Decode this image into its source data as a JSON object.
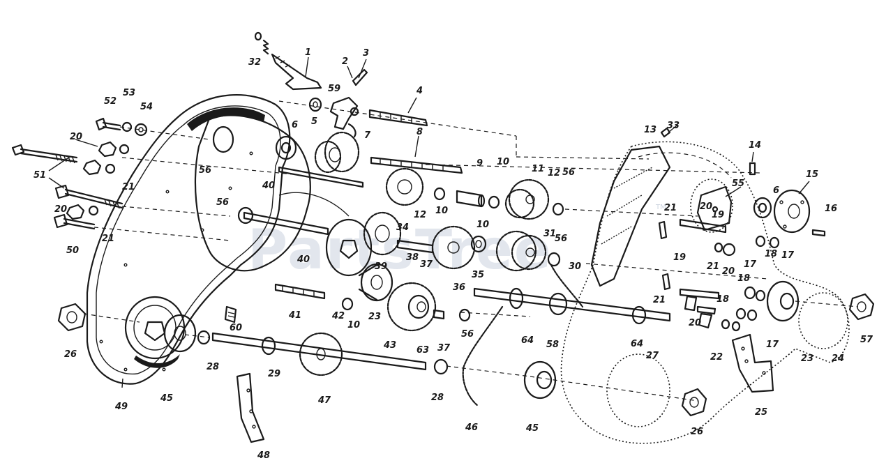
{
  "watermark": {
    "text": "PartsTree",
    "trademark": "TM"
  },
  "colors": {
    "ink": "#1a1a1a",
    "background": "#ffffff",
    "watermark": "#9aa8c0"
  },
  "labels": {
    "l1": "1",
    "l2": "2",
    "l3": "3",
    "l4": "4",
    "l5": "5",
    "l6a": "6",
    "l6b": "6",
    "l7": "7",
    "l8": "8",
    "l9": "9",
    "l10a": "10",
    "l10b": "10",
    "l10c": "10",
    "l10d": "10",
    "l11": "11",
    "l12a": "12",
    "l12b": "12",
    "l13": "13",
    "l14": "14",
    "l15": "15",
    "l16": "16",
    "l17a": "17",
    "l17b": "17",
    "l17c": "17",
    "l18a": "18",
    "l18b": "18",
    "l18c": "18",
    "l19a": "19",
    "l19b": "19",
    "l20a": "20",
    "l20b": "20",
    "l20c": "20",
    "l20d": "20",
    "l20e": "20",
    "l21a": "21",
    "l21b": "21",
    "l21c": "21",
    "l21d": "21",
    "l21e": "21",
    "l22": "22",
    "l23a": "23",
    "l23b": "23",
    "l24": "24",
    "l25": "25",
    "l26a": "26",
    "l26b": "26",
    "l27": "27",
    "l28a": "28",
    "l28b": "28",
    "l29": "29",
    "l30": "30",
    "l31": "31",
    "l32": "32",
    "l33": "33",
    "l34": "34",
    "l35": "35",
    "l36": "36",
    "l37a": "37",
    "l37b": "37",
    "l38": "38",
    "l39": "39",
    "l40a": "40",
    "l40b": "40",
    "l41": "41",
    "l42": "42",
    "l43": "43",
    "l45a": "45",
    "l45b": "45",
    "l46": "46",
    "l47": "47",
    "l48": "48",
    "l49": "49",
    "l50": "50",
    "l51": "51",
    "l52": "52",
    "l53": "53",
    "l54": "54",
    "l55": "55",
    "l56a": "56",
    "l56b": "56",
    "l56c": "56",
    "l56d": "56",
    "l56e": "56",
    "l57": "57",
    "l58": "58",
    "l59": "59",
    "l60": "60",
    "l63": "63",
    "l64a": "64",
    "l64b": "64"
  }
}
